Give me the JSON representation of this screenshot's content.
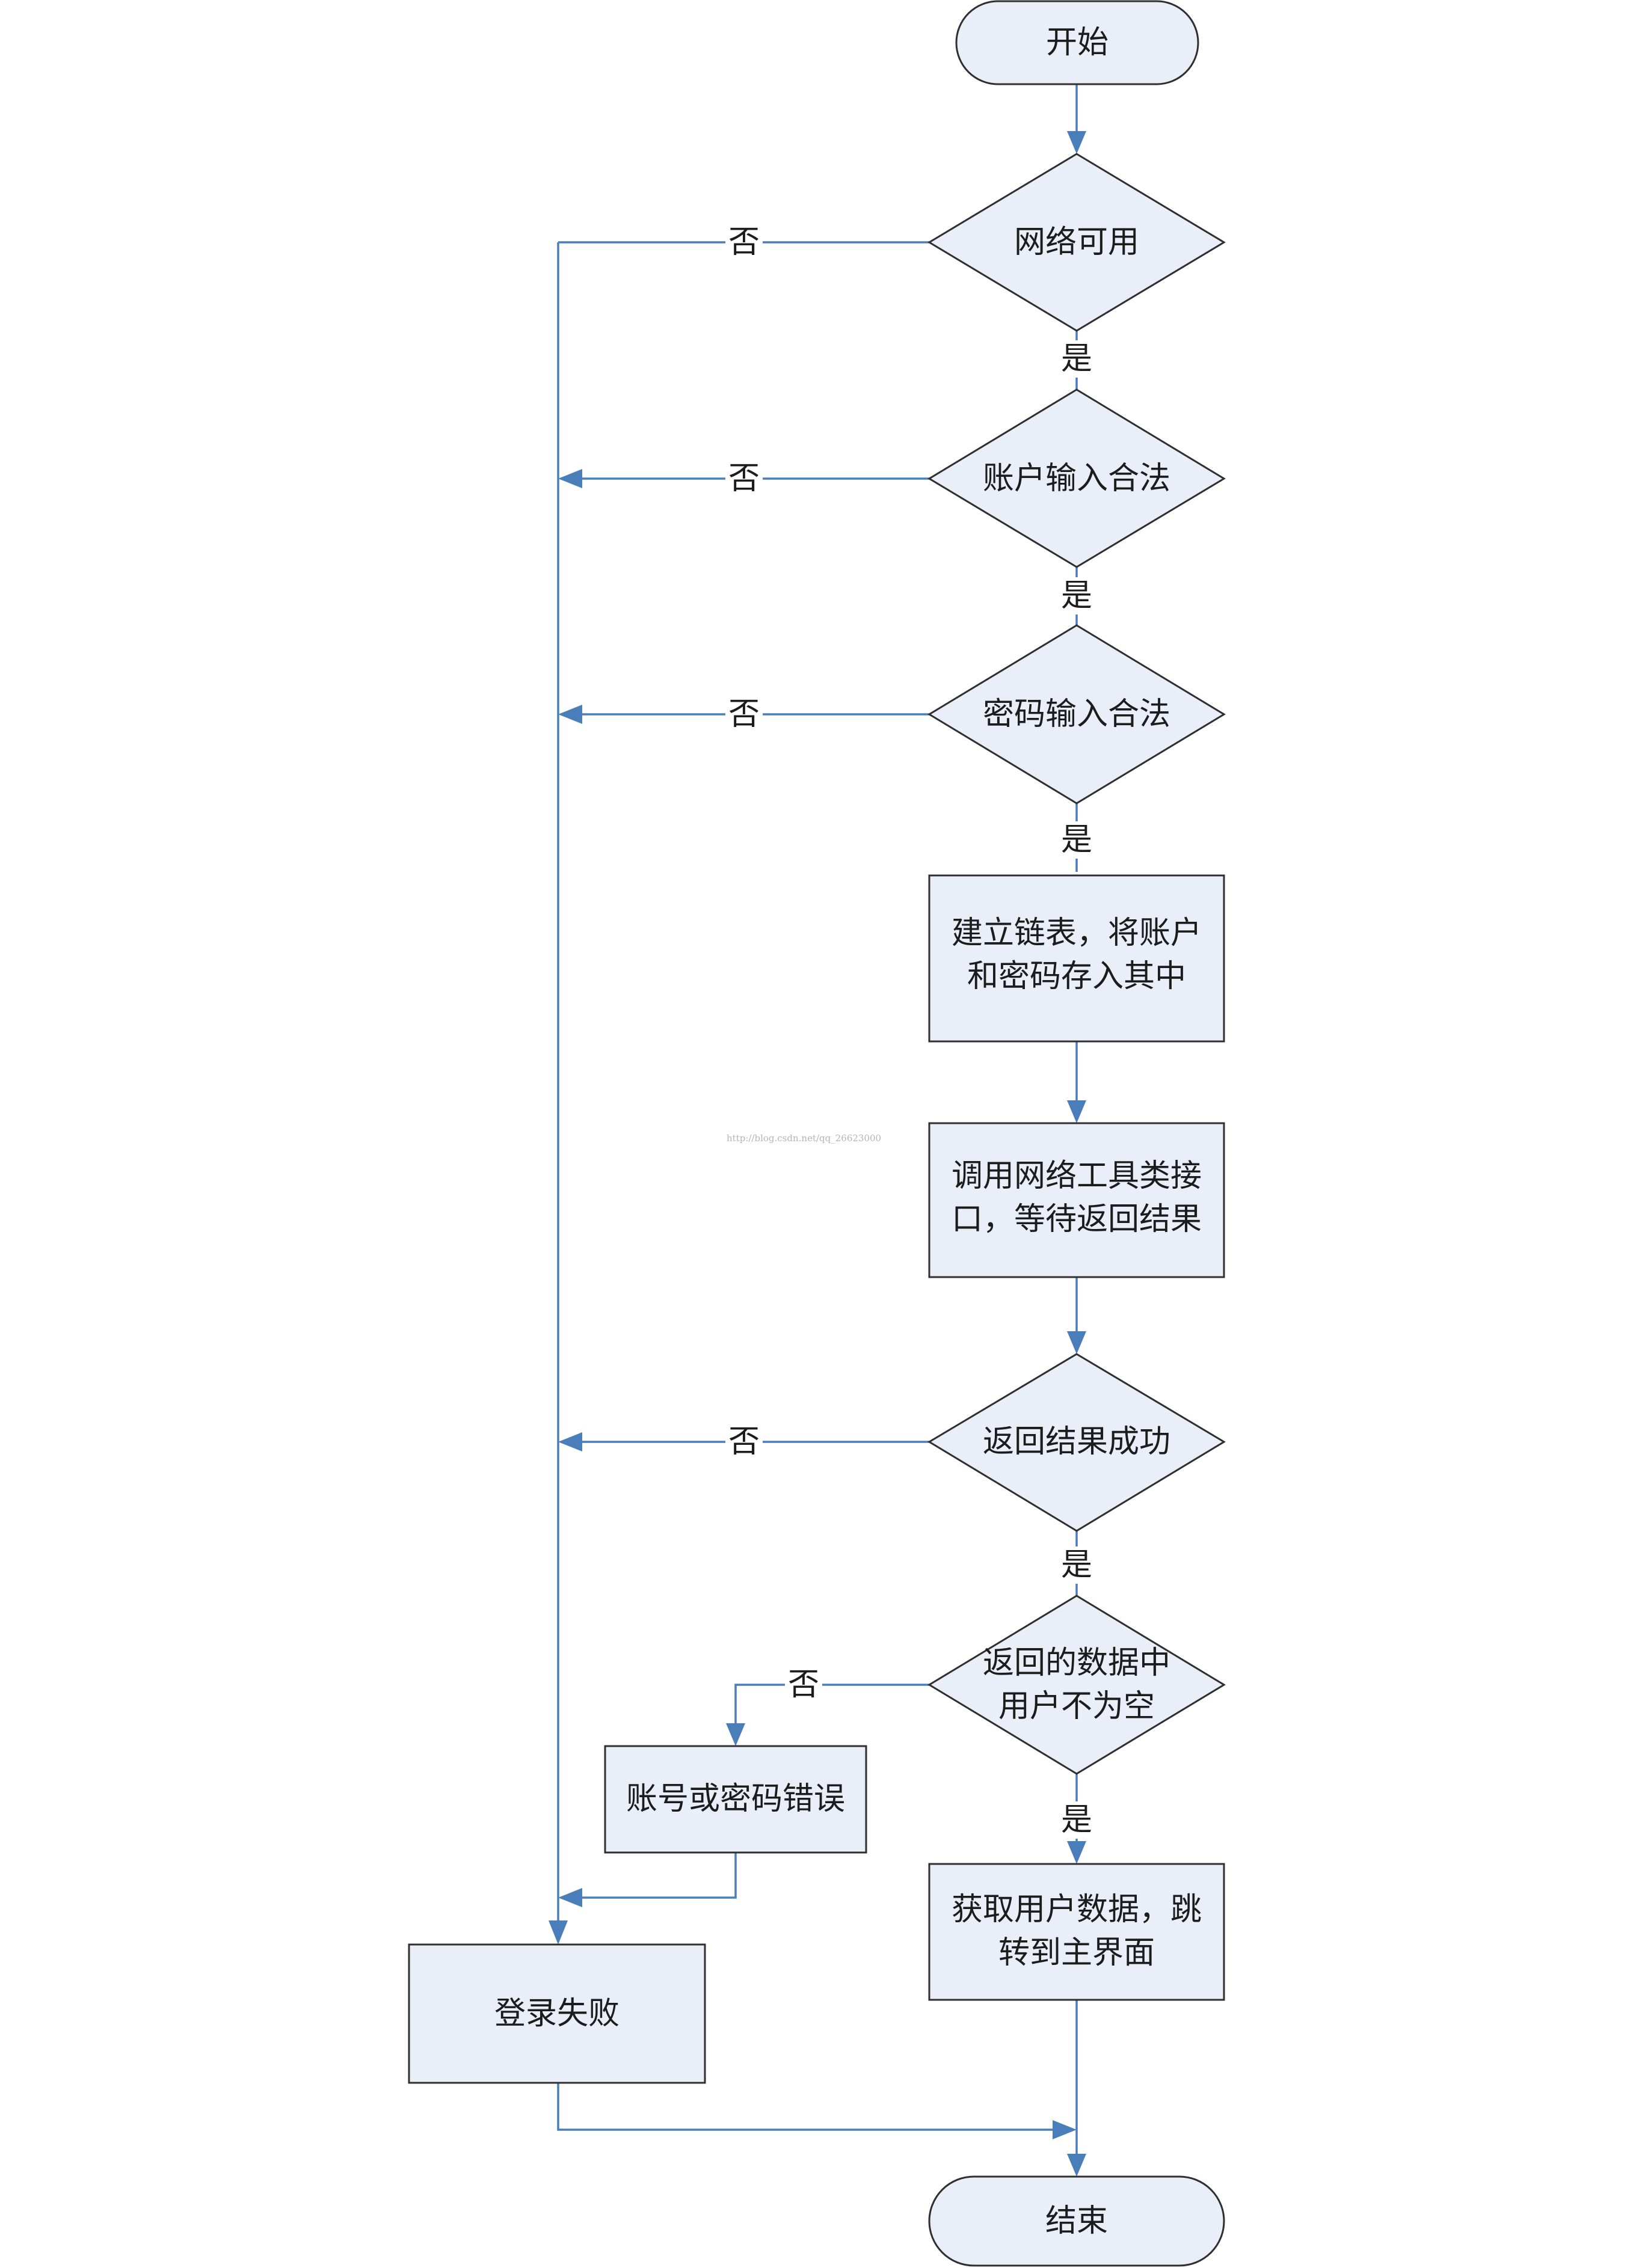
{
  "nodes": {
    "start": "开始",
    "network_ok": "网络可用",
    "account_valid": "账户输入合法",
    "password_valid": "密码输入合法",
    "build_list": [
      "建立链表，将账户",
      "和密码存入其中"
    ],
    "call_api": [
      "调用网络工具类接",
      "口，等待返回结果"
    ],
    "result_success": "返回结果成功",
    "user_not_empty": [
      "返回的数据中",
      "用户不为空"
    ],
    "account_error": "账号或密码错误",
    "get_user_data": [
      "获取用户数据，跳",
      "转到主界面"
    ],
    "login_failed": "登录失败",
    "end": "结束"
  },
  "labels": {
    "yes": "是",
    "no": "否"
  },
  "watermark": "http://blog.csdn.net/qq_26623000",
  "colors": {
    "node_fill": "#e9eef8",
    "node_stroke": "#2f2f2f",
    "connector": "#4a7ebb"
  }
}
